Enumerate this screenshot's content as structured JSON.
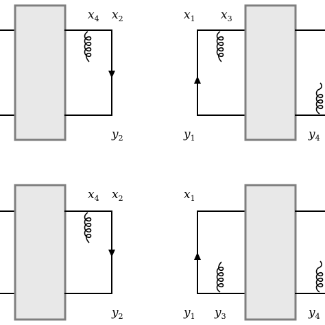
{
  "panels": [
    {
      "id": "top-left",
      "labels": [
        {
          "name": "label-x4",
          "base": "x",
          "sub": "4"
        },
        {
          "name": "label-x2",
          "base": "x",
          "sub": "2"
        },
        {
          "name": "label-y2",
          "base": "y",
          "sub": "2"
        }
      ],
      "gluons": 1,
      "arrow": "down"
    },
    {
      "id": "top-right",
      "labels": [
        {
          "name": "label-x1",
          "base": "x",
          "sub": "1"
        },
        {
          "name": "label-x3",
          "base": "x",
          "sub": "3"
        },
        {
          "name": "label-y1",
          "base": "y",
          "sub": "1"
        },
        {
          "name": "label-y4",
          "base": "y",
          "sub": "4"
        }
      ],
      "gluons": 2,
      "arrow": "up"
    },
    {
      "id": "bottom-left",
      "labels": [
        {
          "name": "label-x4",
          "base": "x",
          "sub": "4"
        },
        {
          "name": "label-x2",
          "base": "x",
          "sub": "2"
        },
        {
          "name": "label-y2",
          "base": "y",
          "sub": "2"
        }
      ],
      "gluons": 1,
      "arrow": "down"
    },
    {
      "id": "bottom-right",
      "labels": [
        {
          "name": "label-x1",
          "base": "x",
          "sub": "1"
        },
        {
          "name": "label-y1",
          "base": "y",
          "sub": "1"
        },
        {
          "name": "label-y3",
          "base": "y",
          "sub": "3"
        },
        {
          "name": "label-y4",
          "base": "y",
          "sub": "4"
        }
      ],
      "gluons": 2,
      "arrow": "up"
    }
  ],
  "colors": {
    "blob_fill": "#e8e8e8",
    "blob_stroke": "#7f7f7f",
    "line": "#000000"
  }
}
